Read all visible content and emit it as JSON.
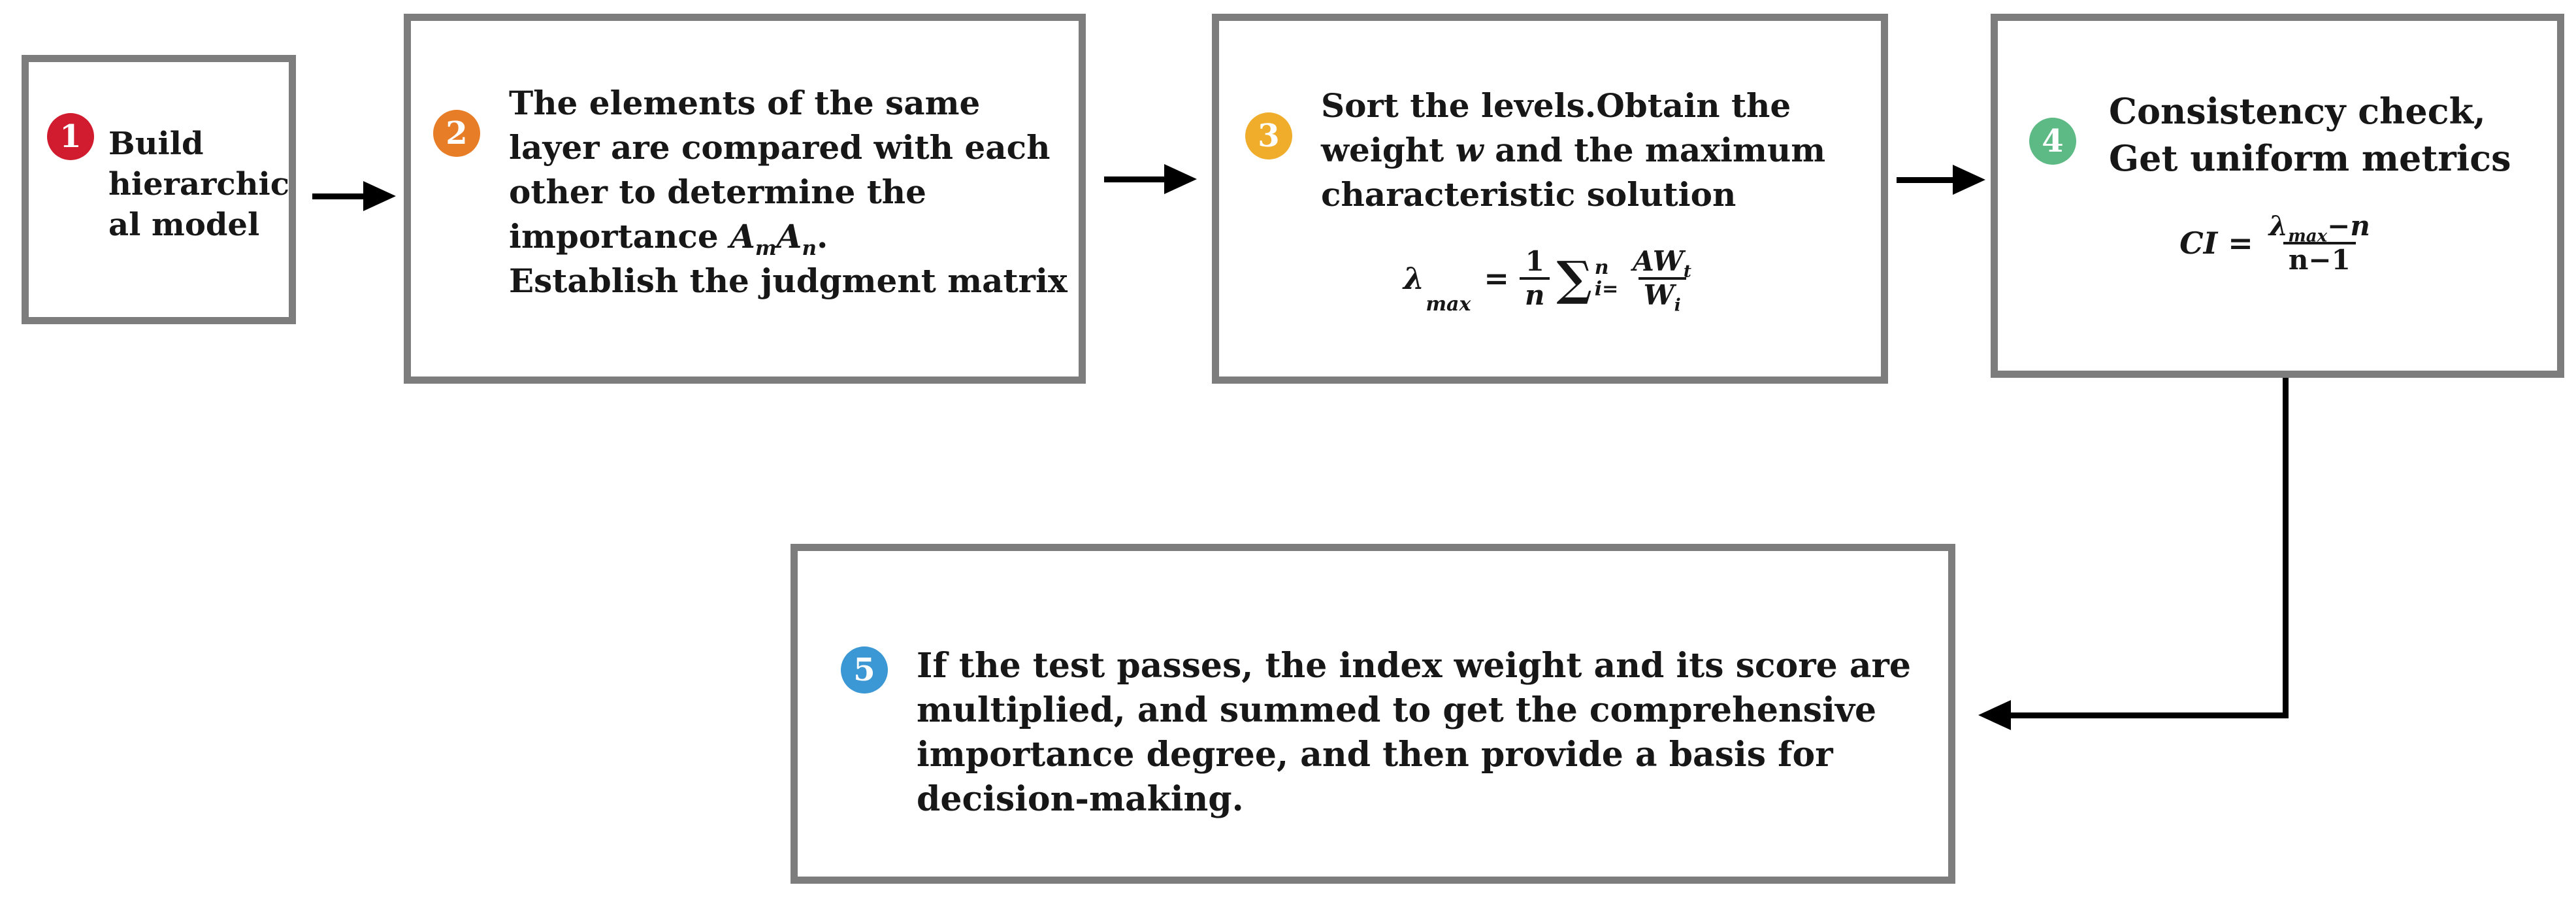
{
  "figure": {
    "type": "flowchart",
    "description": "Five-step AHP (analytic hierarchy process) method flow",
    "border_color": "#7d7d7d",
    "arrow_color": "#000000"
  },
  "steps": {
    "s1": {
      "num": "1",
      "color": "#d01c2e",
      "text": "Build\nhierarchic\nal model"
    },
    "s2": {
      "num": "2",
      "color": "#e87d27",
      "line1": "The elements of the same",
      "line2": "layer are compared with each",
      "line3": "other to determine the",
      "line4_pre": "importance ",
      "A1": "A",
      "m": "m",
      "A2": "A",
      "n": "n",
      "dot": ".",
      "line5": "Establish the judgment matrix"
    },
    "s3": {
      "num": "3",
      "color": "#f0ad2b",
      "line1": "Sort the levels.Obtain the",
      "line2_pre": "weight ",
      "w": "w",
      "line2_post": " and the maximum",
      "line3": "characteristic solution",
      "formula": {
        "lambda": "λ",
        "lambda_sub": "max",
        "eq": "=",
        "num1": "1",
        "den1": "n",
        "sigma": "∑",
        "sig_sup": "n",
        "sig_sub": "i=",
        "num2_main": "AW",
        "num2_sub": "t",
        "den2_main": "W",
        "den2_sub": "i"
      }
    },
    "s4": {
      "num": "4",
      "color": "#5eba85",
      "line1": "Consistency check,",
      "line2": "Get uniform metrics",
      "formula": {
        "ci": "CI",
        "eq": "=",
        "num_lambda": "λ",
        "num_sub": "max",
        "num_rest": "−n",
        "den": "n−1"
      }
    },
    "s5": {
      "num": "5",
      "color": "#3b98d4",
      "text": "If the test passes, the index weight and its score are\nmultiplied, and summed to get the comprehensive\nimportance degree, and then provide a basis for\ndecision-making."
    }
  }
}
